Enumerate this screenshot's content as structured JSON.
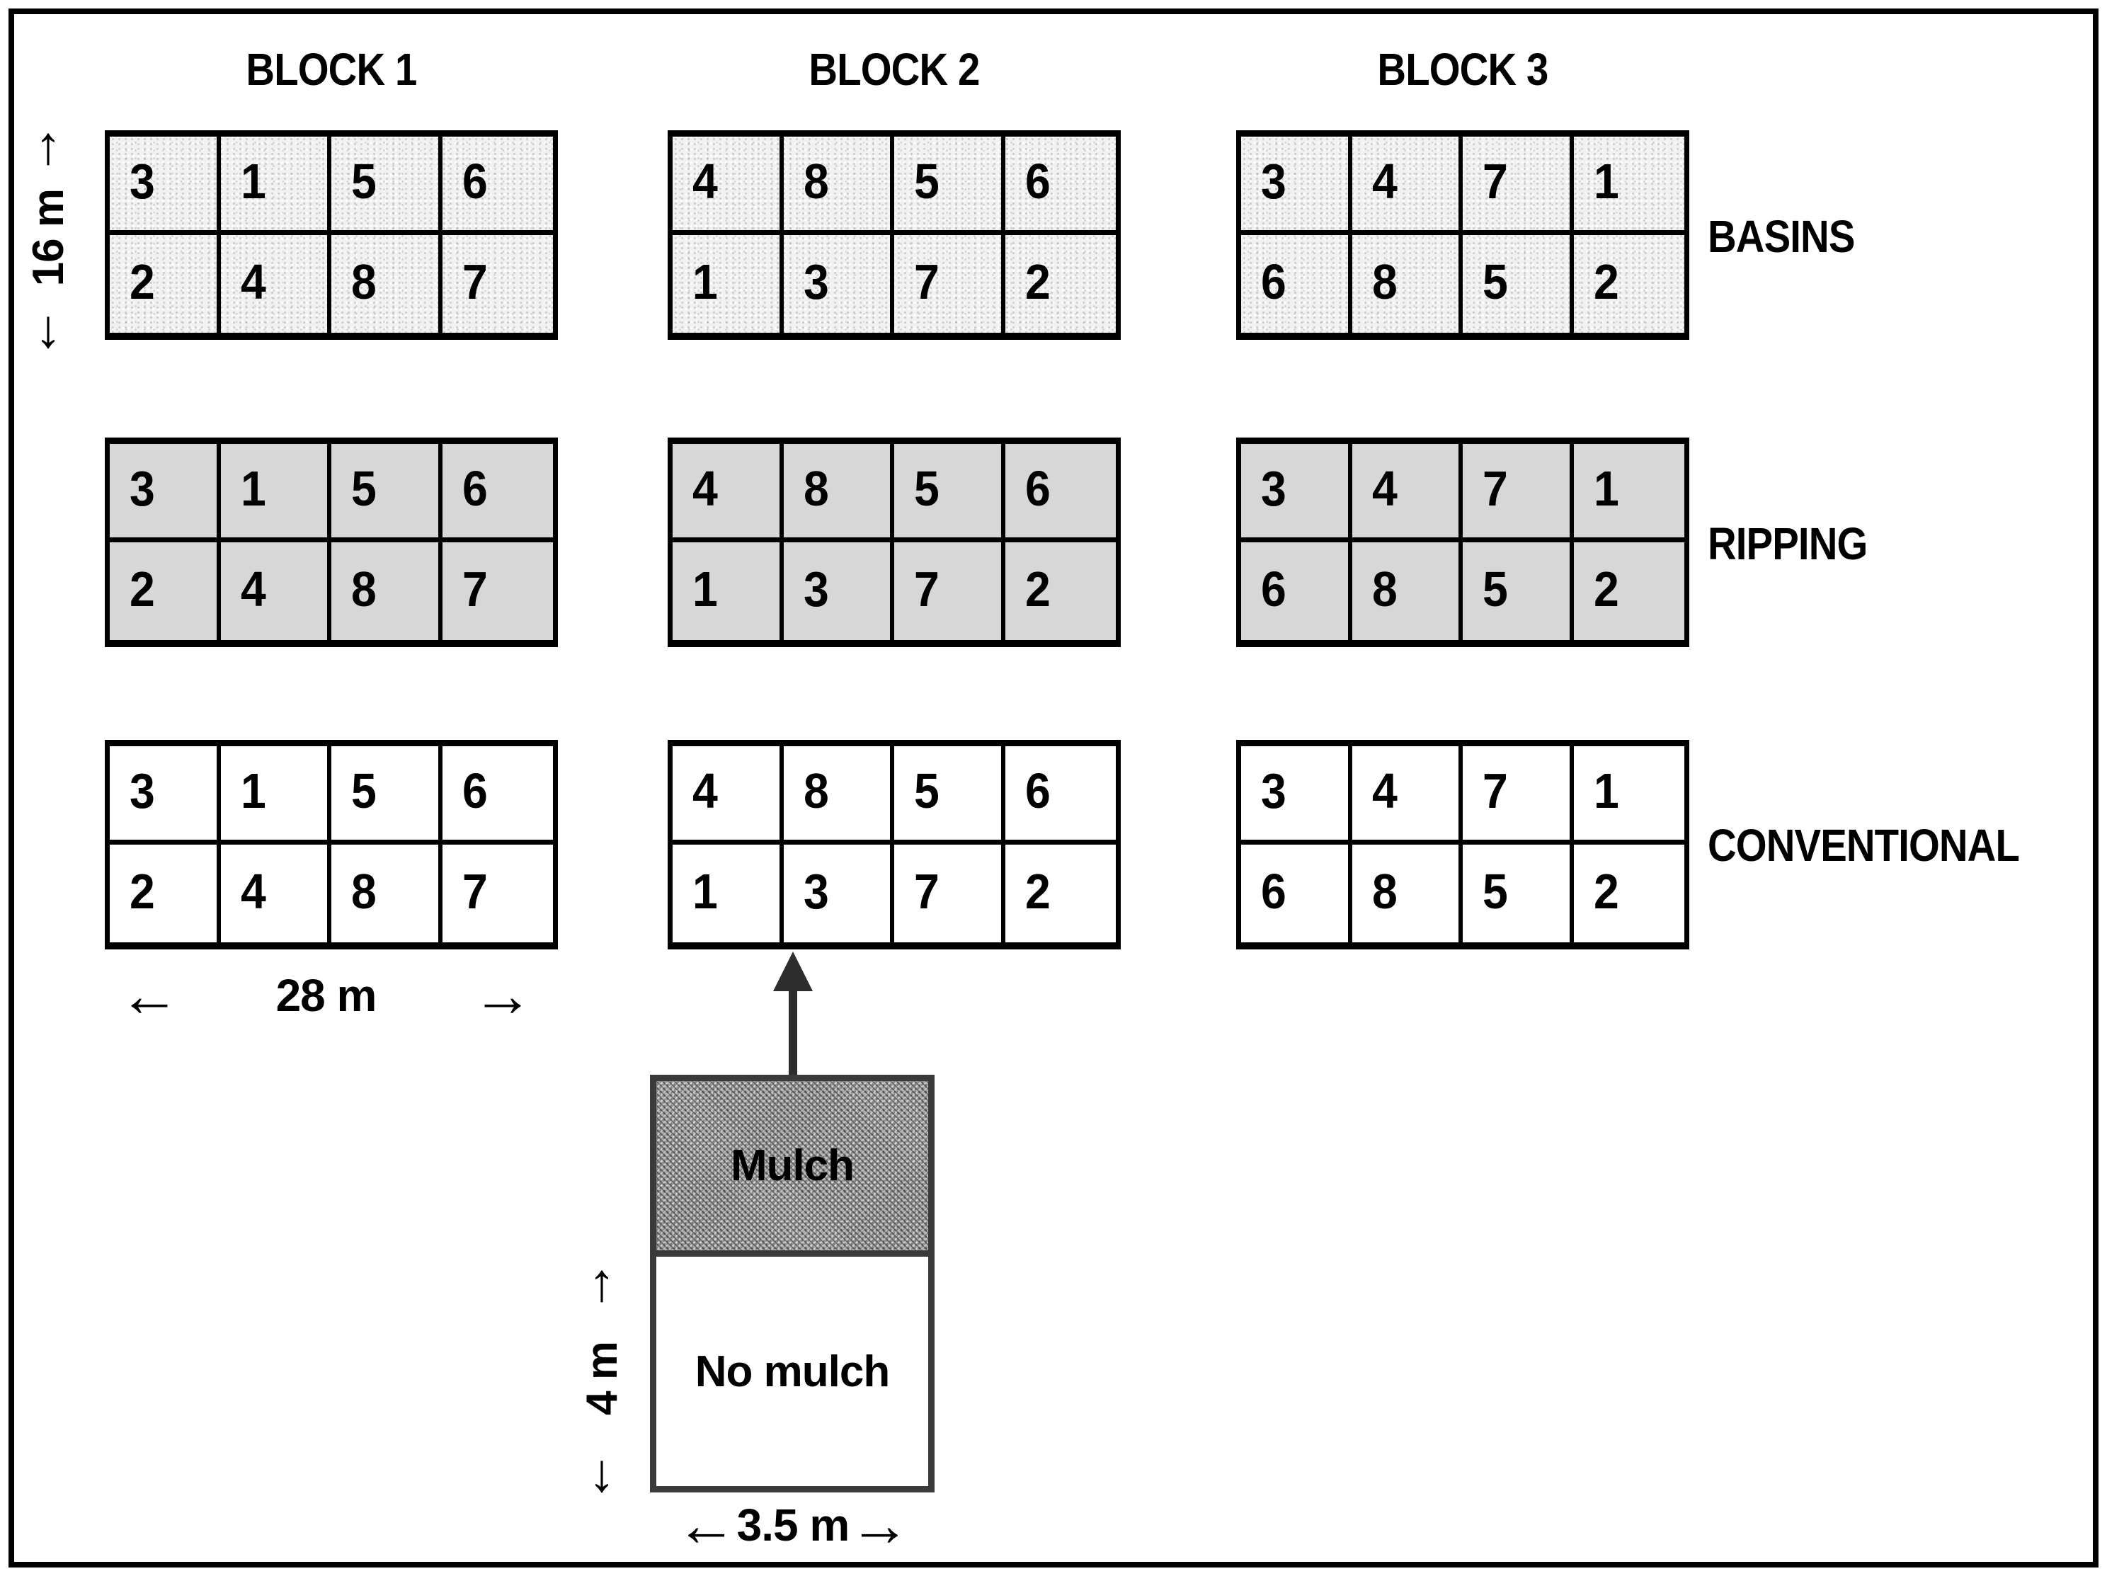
{
  "figure": {
    "block_titles": [
      "BLOCK 1",
      "BLOCK 2",
      "BLOCK 3"
    ],
    "treatment_labels": [
      "BASINS",
      "RIPPING",
      "CONVENTIONAL"
    ],
    "plot_numbers": {
      "block1": [
        [
          "3",
          "1",
          "5",
          "6"
        ],
        [
          "2",
          "4",
          "8",
          "7"
        ]
      ],
      "block2": [
        [
          "4",
          "8",
          "5",
          "6"
        ],
        [
          "1",
          "3",
          "7",
          "2"
        ]
      ],
      "block3": [
        [
          "3",
          "4",
          "7",
          "1"
        ],
        [
          "6",
          "8",
          "5",
          "2"
        ]
      ]
    },
    "dimensions": {
      "plot_height": "16 m",
      "block_width": "28 m",
      "subplot_height": "4 m",
      "subplot_width": "3.5 m"
    },
    "legend": {
      "mulch_label": "Mulch",
      "no_mulch_label": "No mulch"
    },
    "icons": {
      "arrow_left": "←",
      "arrow_right": "→",
      "arrow_up": "↑",
      "arrow_down": "↓"
    },
    "colors": {
      "border": "#000000",
      "ripping_fill": "#d7d7d7",
      "basins_fill": "#f1f1f1",
      "mulch_fill": "#979797",
      "legend_border": "#3a3a3a"
    }
  }
}
